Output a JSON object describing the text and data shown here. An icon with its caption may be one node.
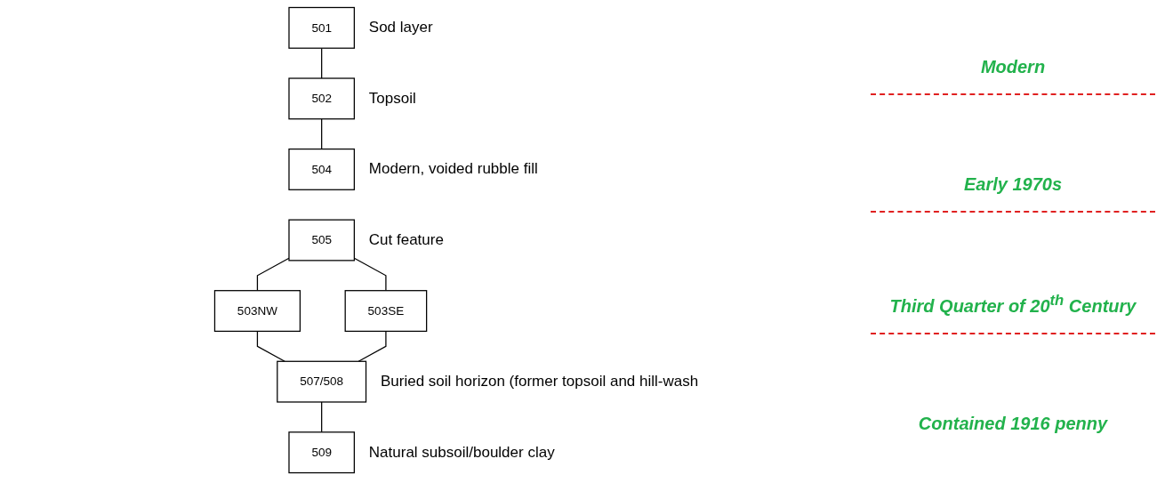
{
  "diagram": {
    "nodes": [
      {
        "text": [
          "501"
        ],
        "beside": [
          "Sod layer"
        ]
      },
      {
        "text": [
          "502"
        ],
        "beside": [
          "Topsoil"
        ]
      },
      {
        "text": [
          "504"
        ],
        "beside": [
          "Modern, voided rubble fill"
        ]
      },
      {
        "text": [
          "505"
        ],
        "beside": [
          "Cut feature"
        ]
      },
      {
        "text": [
          "503NW"
        ]
      },
      {
        "text": [
          "503SE"
        ]
      },
      {
        "text": [
          "507/508"
        ],
        "beside": [
          "Buried soil horizon (former topsoil and hill-wash"
        ]
      },
      {
        "text": [
          "509"
        ],
        "beside": [
          "Natural subsoil/boulder clay"
        ]
      }
    ],
    "edges": [
      {
        "from": 0,
        "to": 1,
        "arrow": "none"
      },
      {
        "from": 1,
        "to": 2,
        "arrow": "none"
      },
      {
        "from": 3,
        "to": 4,
        "arrow": "none"
      },
      {
        "from": 3,
        "to": 5,
        "arrow": "none"
      },
      {
        "from": 4,
        "to": 6,
        "arrow": "none"
      },
      {
        "from": 5,
        "to": 6,
        "arrow": "none"
      },
      {
        "from": 6,
        "to": 7,
        "arrow": "none"
      }
    ],
    "labels": [
      "Modern",
      "Early 1970s",
      "Third Quarter of 20$^{th}$ Century",
      "Contained 1916 penny"
    ]
  }
}
